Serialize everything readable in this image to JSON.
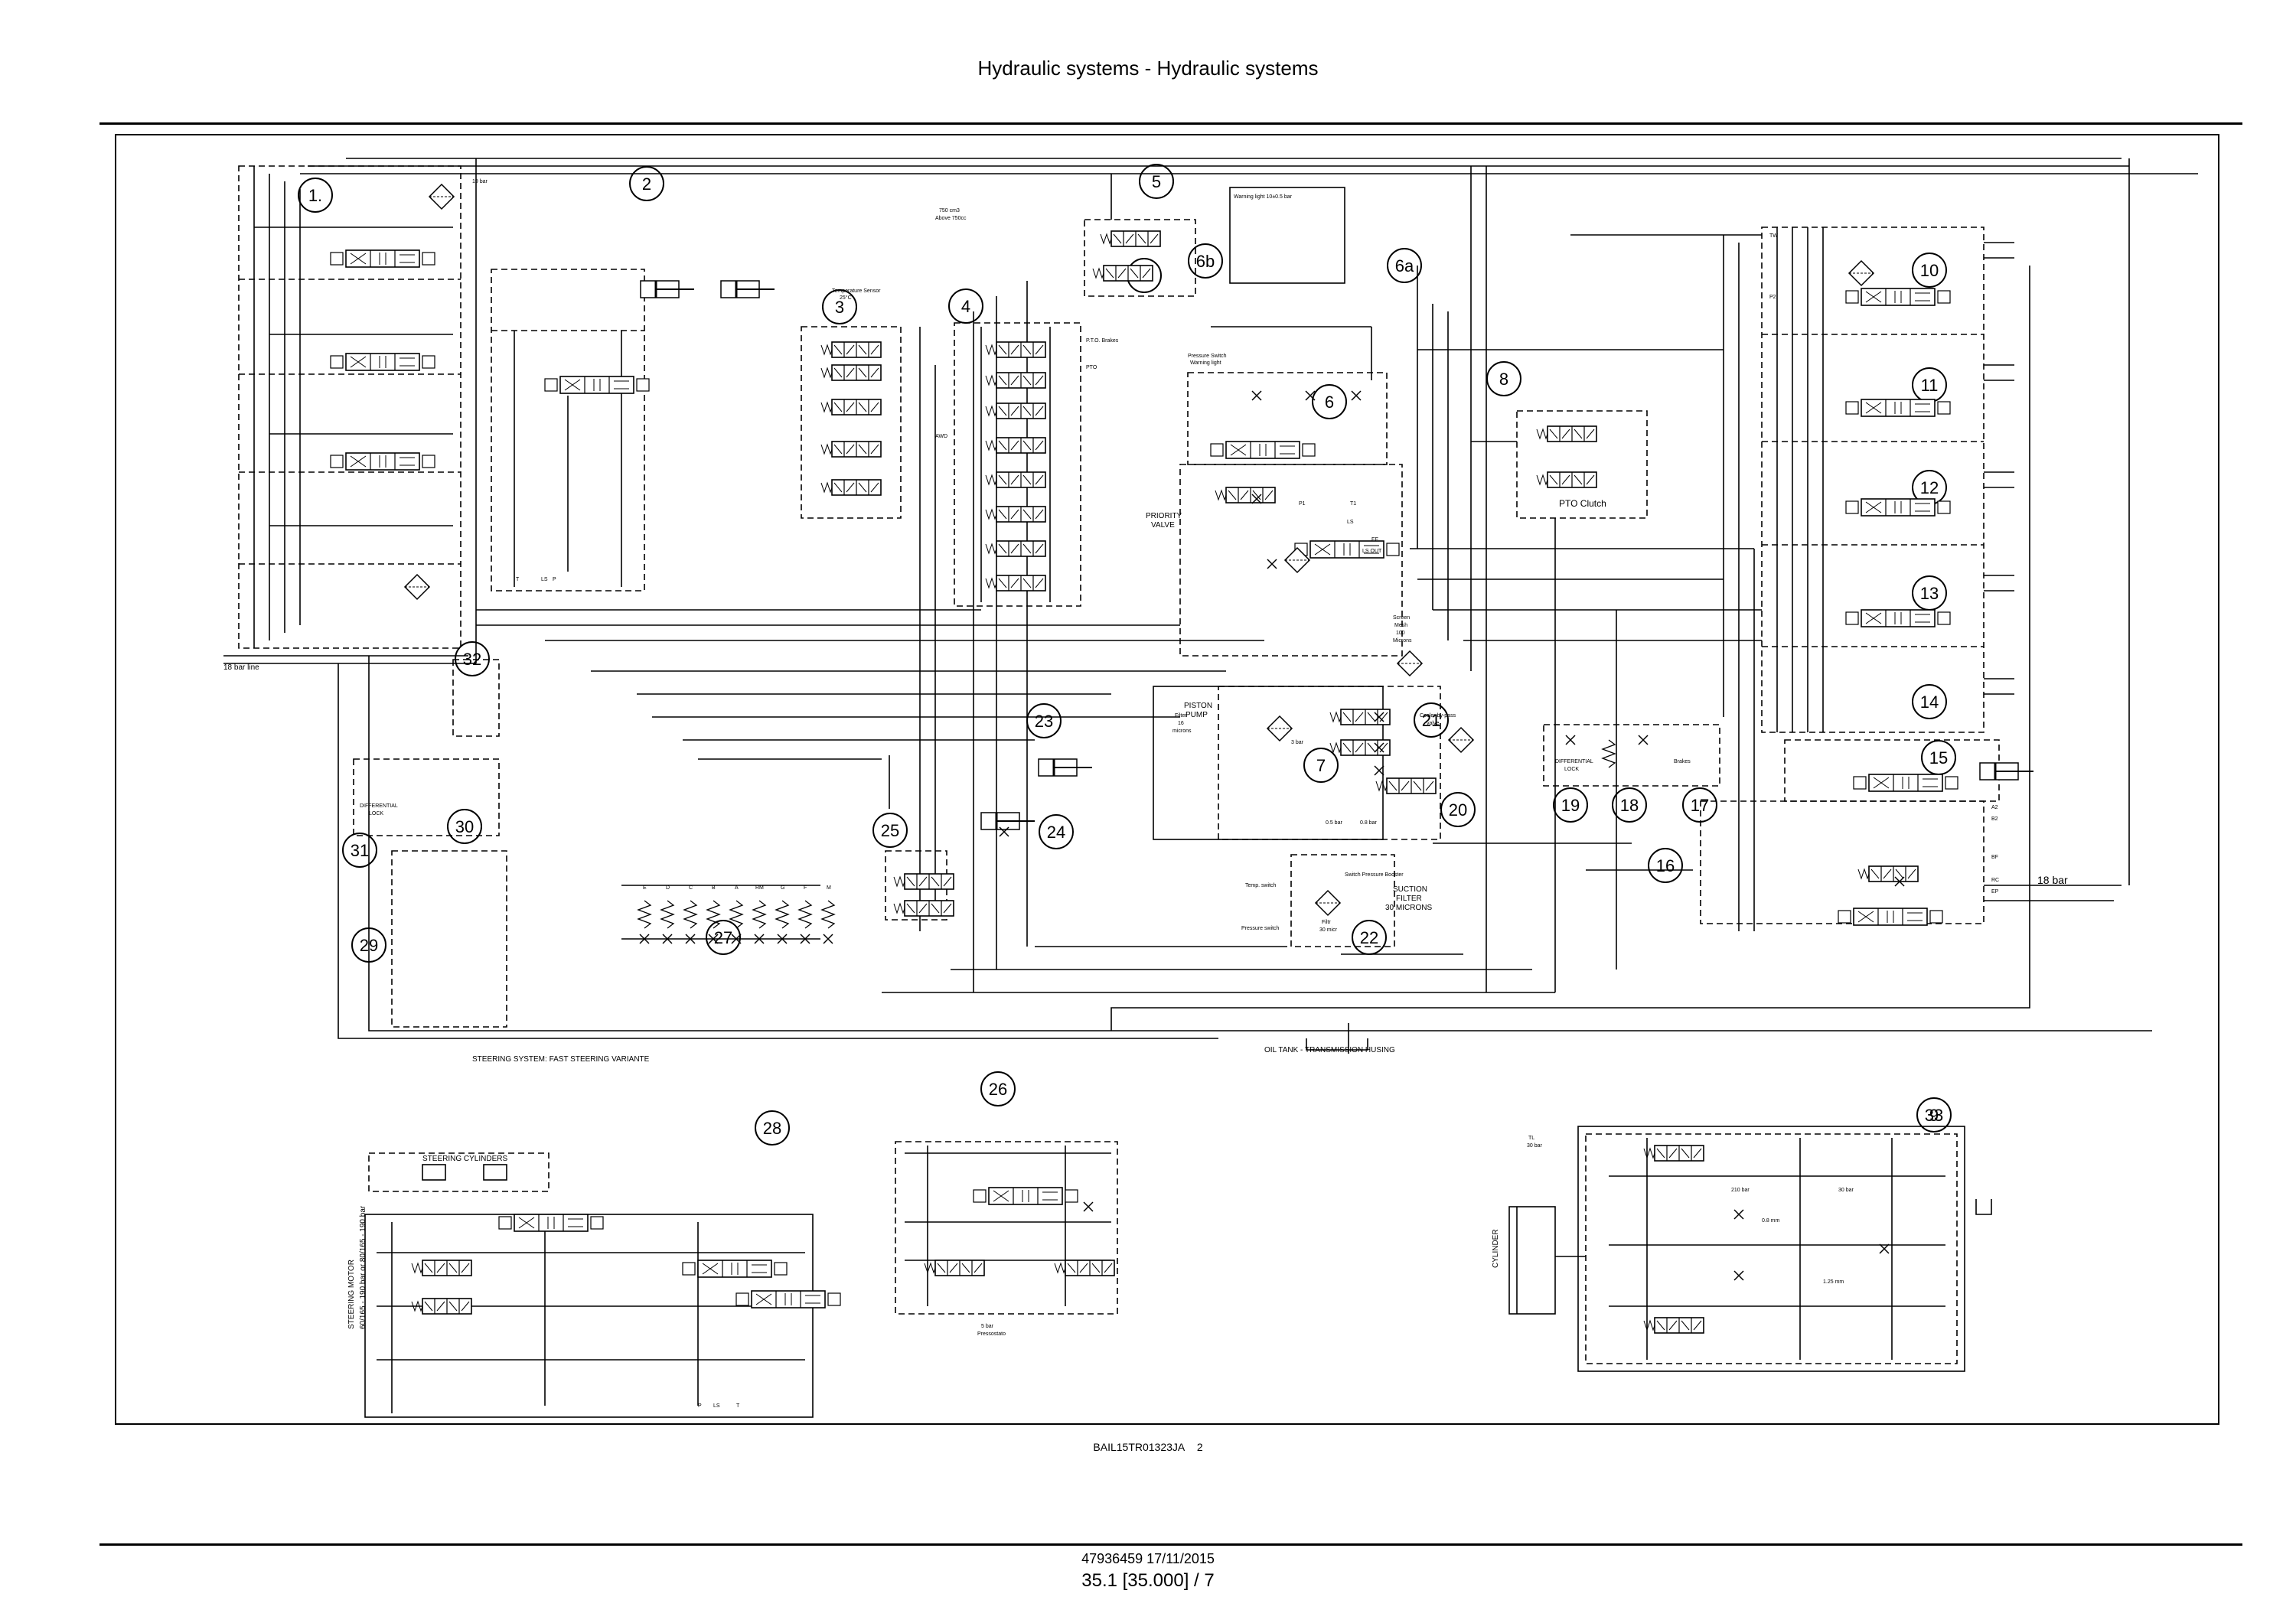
{
  "header": {
    "title": "Hydraulic systems - Hydraulic systems"
  },
  "caption": {
    "code": "BAIL15TR01323JA",
    "figure": "2"
  },
  "footer": {
    "doc": "47936459 17/11/2015",
    "page": "35.1 [35.000] / 7"
  },
  "callouts": [
    "1.",
    "2",
    "3",
    "4",
    "5",
    "6",
    "6a",
    "6b",
    "7",
    "8",
    "9",
    "10",
    "11",
    "12",
    "13",
    "14",
    "15",
    "16",
    "17",
    "18",
    "19",
    "20",
    "21",
    "22",
    "23",
    "24",
    "25",
    "26",
    "27",
    "28",
    "29",
    "30",
    "31",
    "32",
    "33"
  ],
  "labels": {
    "lbl_18bar_line": "18 bar line",
    "lbl_priority": "PRIORITY",
    "lbl_valve": "VALVE",
    "lbl_piston": "PISTON",
    "lbl_pump": "PUMP",
    "lbl_pto_clutch": "PTO Clutch",
    "lbl_18bar": "18 bar",
    "lbl_suction": "SUCTION",
    "lbl_filter": "FILTER",
    "lbl_microns": "30 MICRONS",
    "lbl_oil_tank": "OIL TANK - TRANSMISSION HUSING",
    "lbl_steering_variant": "STEERING SYSTEM: FAST STEERING VARIANTE",
    "lbl_steering_cyl": "STEERING CYLINDERS",
    "lbl_steering_motor": "STEERING MOTOR",
    "lbl_motor_spec": "60/165 - 190 bar or 80/165 - 190 bar",
    "lbl_cylinder": "CYLINDER",
    "lbl_diff_lock": "DIFFERENTIAL",
    "lbl_lock": "LOCK",
    "lbl_diff_lock2": "DIFFERENTIAL",
    "lbl_lock2": "LOCK",
    "lbl_brakes": "Brakes",
    "lbl_pto_brakes": "P.T.O. Brakes",
    "lbl_pto": "PTO",
    "lbl_temp_sensor": "Temperature Sensor",
    "lbl_temp_val": "25°C",
    "lbl_pressure_switch": "Pressure Switch",
    "lbl_warning_light": "Warning light",
    "lbl_warning_val": "Warning light 10±0.5 bar",
    "lbl_screen": "Screen",
    "lbl_mesh": "Mesh",
    "lbl_mesh_val": "100",
    "lbl_microns2": "Microns",
    "lbl_filter_sm": "Filter",
    "lbl_filter_val": "16",
    "lbl_microns3": "microns",
    "lbl_cooler": "Cooler by-pass",
    "lbl_valve_sm": "valve",
    "lbl_temp_switch": "Temp. switch",
    "lbl_pressure_sw": "Pressure switch",
    "lbl_switch_booster": "Switch Pressure Booster",
    "lbl_filtr": "Filtr",
    "lbl_30micr": "30 micr",
    "lbl_0_5bar": "0.5 bar",
    "lbl_3bar": "3 bar",
    "lbl_0_8bar": "0.8 bar",
    "lbl_19bar": "19 bar",
    "lbl_tl_ans": "TL",
    "lbl_30bar": "30 bar",
    "lbl_0_8mm": "0.8 mm",
    "lbl_1_25mm": "1.25 mm",
    "lbl_210bar": "210 bar",
    "lbl_30bar2": "30 bar",
    "lbl_pressostato": "Pressostato",
    "lbl_5bar": "5 bar",
    "lbl_awd": "AWD",
    "lbl_ls": "LS",
    "lbl_t": "T",
    "lbl_p": "P",
    "lbl_ls_lower": "LS",
    "lbl_t_lower": "T",
    "lbl_p_lower": "P",
    "lbl_a2": "A2",
    "lbl_b2": "B2",
    "lbl_rc": "RC",
    "lbl_ep": "EP",
    "lbl_bf": "BF",
    "lbl_tw": "TW",
    "lbl_p2": "P2",
    "lbl_lsp": "LS",
    "lbl_ts": "T1",
    "lbl_pp": "P1",
    "lbl_ef": "EF",
    "lbl_ls_out": "LS OUT",
    "lbl_e": "E",
    "lbl_d": "D",
    "lbl_c": "C",
    "lbl_b": "B",
    "lbl_a": "A",
    "lbl_rm": "RM",
    "lbl_g": "G",
    "lbl_f": "F",
    "lbl_m": "M",
    "lbl_tank_val": "750 cm3",
    "lbl_tank_val2": "Above 750cc"
  }
}
